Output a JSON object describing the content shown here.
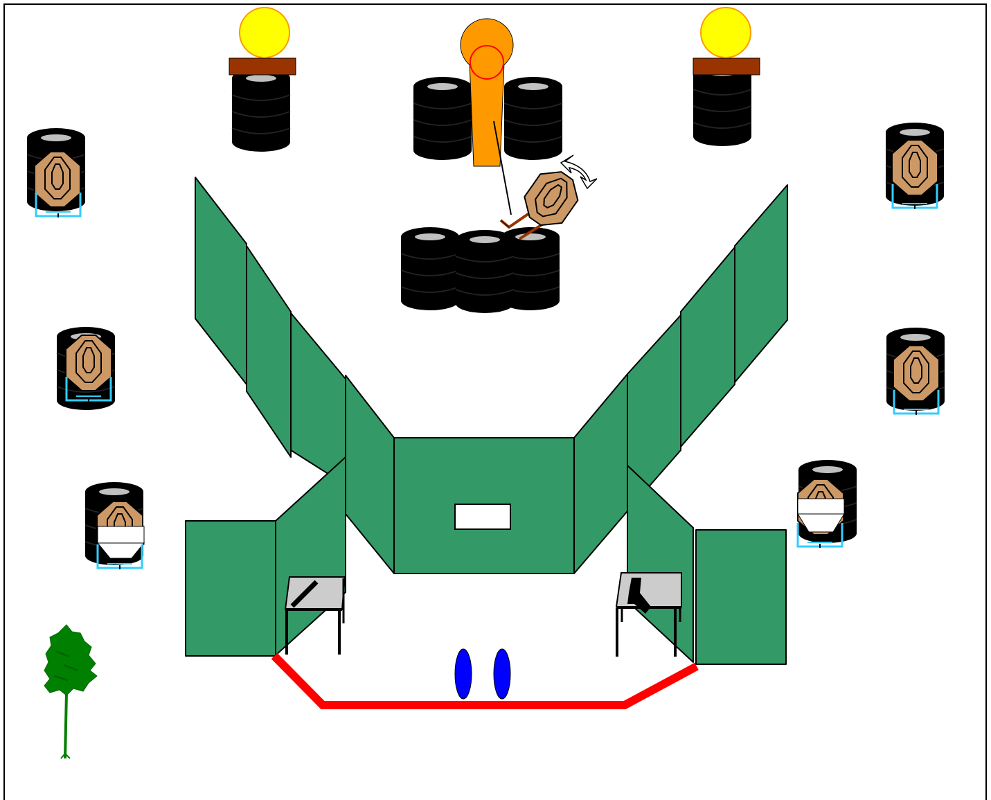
{
  "title": "",
  "colors": {
    "background": "#ffffff",
    "border": "#000000",
    "wall_fill": "#339966",
    "wall_stroke": "#000000",
    "tire": "#000000",
    "tire_top": "#c0c0c0",
    "target_fill": "#cc9966",
    "target_stand": "#33ccff",
    "no_shoot_fill": "#ffffff",
    "popper_fill": "#ffff00",
    "popper_stroke": "#ff9900",
    "popper_base": "#993300",
    "swinger_fill": "#ff9900",
    "swinger_stroke": "#ff0000",
    "fault_line": "#ff0000",
    "start_marker": "#0000ff",
    "table_top": "#cccccc",
    "tree": "#008000",
    "window": "#ffffff"
  },
  "legend_items": [],
  "elements": {
    "left_popper": {
      "type": "steel-popper",
      "icon": "popper-icon"
    },
    "right_popper": {
      "type": "steel-popper",
      "icon": "popper-icon"
    },
    "swinger": {
      "type": "swinger-activator",
      "icon": "swinger-icon"
    },
    "moving_target": {
      "type": "swinging-paper-target",
      "icon": "rotate-arrow-icon"
    },
    "paper_targets_left": {
      "count": 3,
      "partial_no_shoot": 1
    },
    "paper_targets_right": {
      "count": 3,
      "partial_no_shoot": 1
    },
    "tables": [
      {
        "item": "rifle",
        "icon": "rifle-icon"
      },
      {
        "item": "pistol",
        "icon": "pistol-icon"
      }
    ],
    "start_position": {
      "markers": 2,
      "icon": "footprint-icon"
    },
    "fault_line": {
      "icon": "fault-line"
    },
    "port": {
      "icon": "window-port"
    },
    "tree": {
      "icon": "tree-icon"
    }
  }
}
